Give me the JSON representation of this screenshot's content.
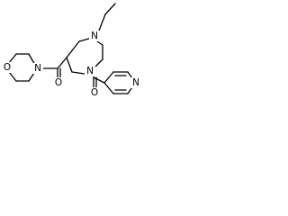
{
  "molecule": {
    "atom_labels": {
      "n_piperazine_top": "N",
      "n_piperazine_bottom": "N",
      "n_morpholine": "N",
      "o_morpholine": "O",
      "o_carbonyl_left": "O",
      "o_carbonyl_right": "O",
      "n_pyridine": "N"
    }
  }
}
